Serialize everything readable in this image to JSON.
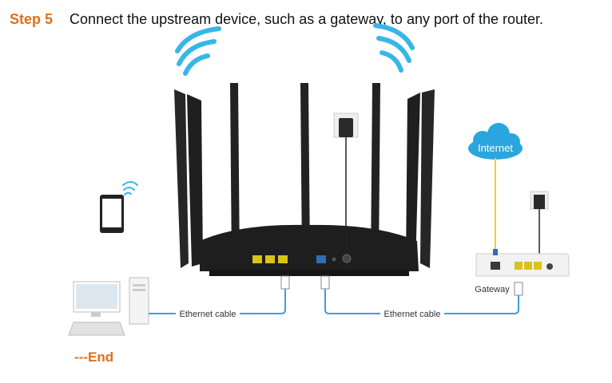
{
  "step": {
    "label": "Step 5",
    "text": "Connect the upstream device, such as a gateway, to any port of the router."
  },
  "labels": {
    "internet": "Internet",
    "gateway": "Gateway",
    "cable_left": "Ethernet cable",
    "cable_right": "Ethernet cable",
    "end": "---End"
  },
  "colors": {
    "step_accent": "#e0701a",
    "wifi": "#38b6e8",
    "cable": "#3aa0dc",
    "internet_cloud": "#2aa6df",
    "internet_line": "#f2d21b",
    "router_body": "#1f1f1f",
    "lan_ports": "#d9c21c",
    "wan_port": "#2c6fb8"
  },
  "icons": {
    "wifi": "wifi-signal-icon",
    "cloud": "cloud-icon",
    "router": "router-icon",
    "computer": "desktop-computer-icon",
    "tablet": "tablet-icon",
    "adapter": "power-adapter-icon",
    "gateway": "gateway-icon"
  }
}
